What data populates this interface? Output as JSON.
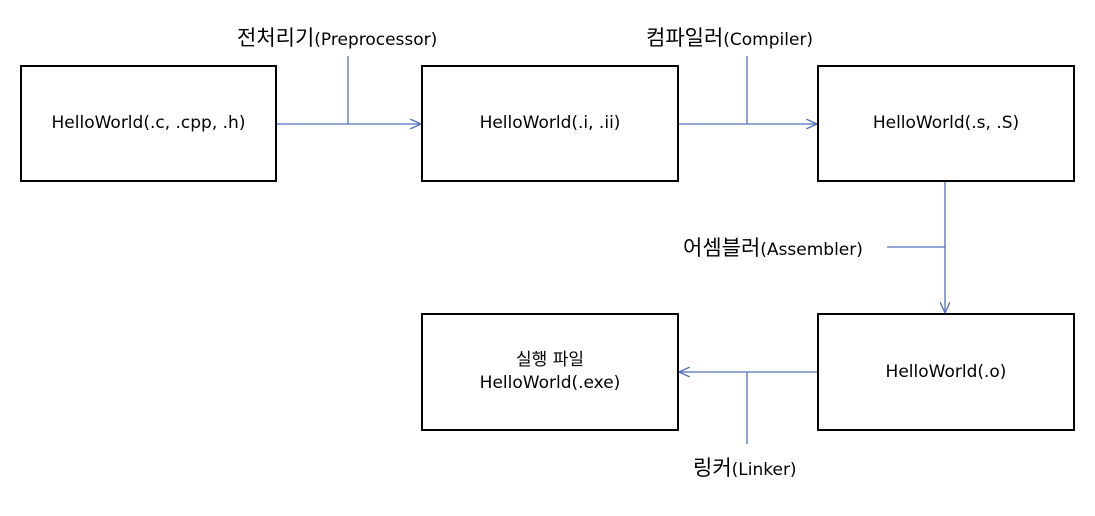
{
  "nodes": {
    "source": {
      "lines": [
        "HelloWorld(.c, .cpp, .h)"
      ]
    },
    "preprocessed": {
      "lines": [
        "HelloWorld(.i, .ii)"
      ]
    },
    "assembly": {
      "lines": [
        "HelloWorld(.s, .S)"
      ]
    },
    "object": {
      "lines": [
        "HelloWorld(.o)"
      ]
    },
    "executable": {
      "lines": [
        "실행 파일",
        "HelloWorld(.exe)"
      ]
    }
  },
  "steps": {
    "preprocessor": {
      "korean": "전처리기",
      "english": "(Preprocessor)"
    },
    "compiler": {
      "korean": "컴파일러",
      "english": "(Compiler)"
    },
    "assembler": {
      "korean": "어셈블러",
      "english": "(Assembler)"
    },
    "linker": {
      "korean": "링커",
      "english": "(Linker)"
    }
  },
  "colors": {
    "arrow": "#4f6fbf",
    "box_border": "#000000"
  }
}
